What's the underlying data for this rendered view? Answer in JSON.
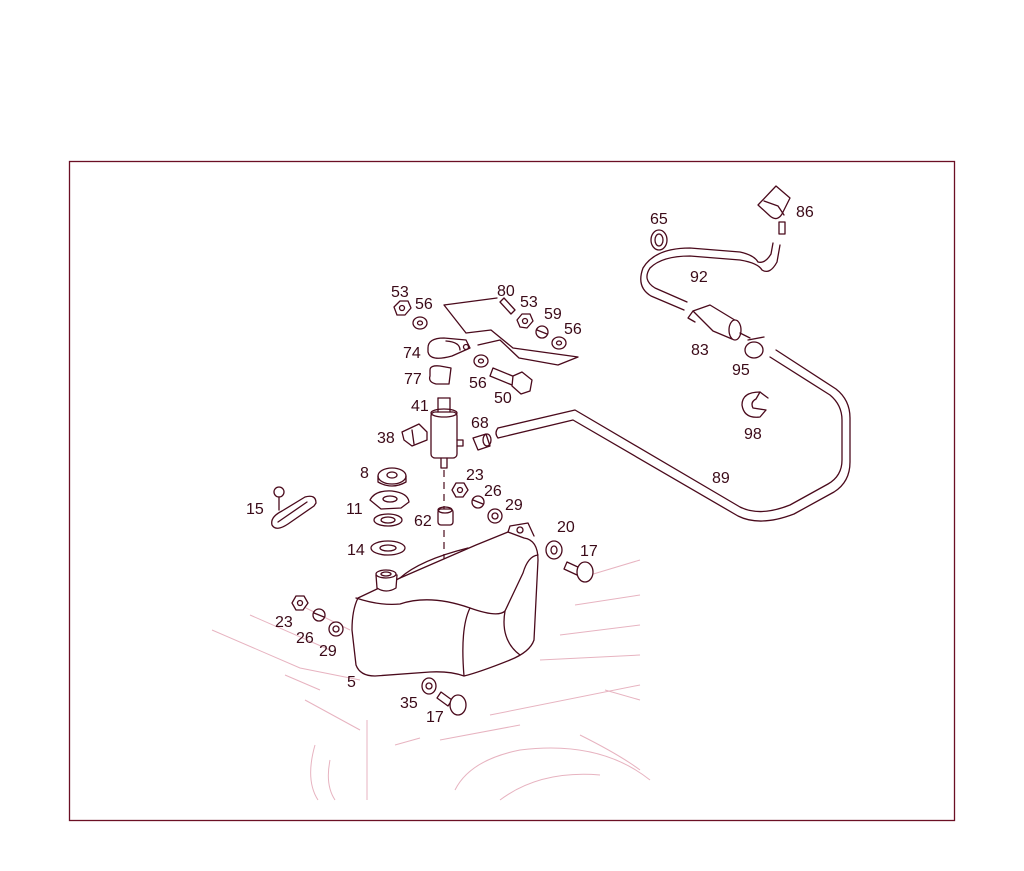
{
  "colors": {
    "line": "#4a0a1c",
    "frame": "#6b0f24",
    "background_sketch": "#e7b3c0",
    "label": "#3b0a18"
  },
  "callouts": {
    "c65": "65",
    "c86": "86",
    "c92": "92",
    "c83": "83",
    "c95": "95",
    "c98": "98",
    "c89": "89",
    "c53a": "53",
    "c56a": "56",
    "c80": "80",
    "c53b": "53",
    "c59": "59",
    "c56b": "56",
    "c74": "74",
    "c77": "77",
    "c56c": "56",
    "c50": "50",
    "c41": "41",
    "c38": "38",
    "c68": "68",
    "c8": "8",
    "c23a": "23",
    "c26a": "26",
    "c29a": "29",
    "c15": "15",
    "c11": "11",
    "c62": "62",
    "c20": "20",
    "c17a": "17",
    "c14": "14",
    "c23b": "23",
    "c26b": "26",
    "c29b": "29",
    "c5": "5",
    "c35": "35",
    "c17b": "17"
  }
}
